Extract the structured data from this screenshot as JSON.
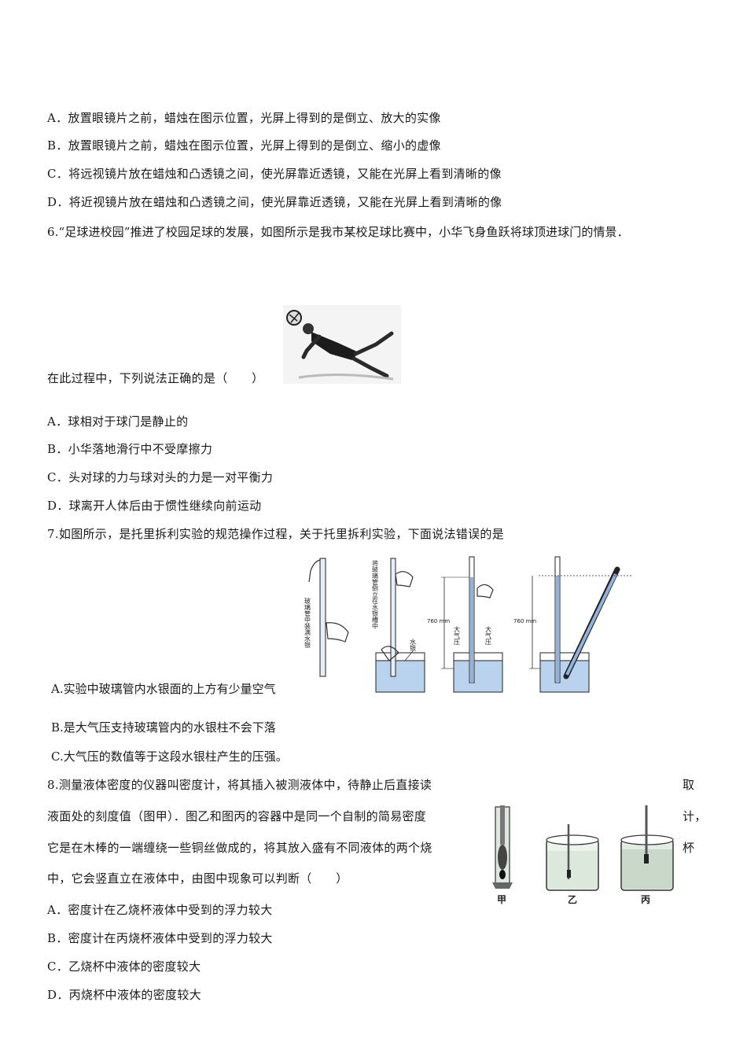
{
  "q5": {
    "options": [
      "A．放置眼镜片之前，蜡烛在图示位置，光屏上得到的是倒立、放大的实像",
      "B．放置眼镜片之前，蜡烛在图示位置，光屏上得到的是倒立、缩小的虚像",
      "C．将远视镜片放在蜡烛和凸透镜之间，使光屏靠近透镜，又能在光屏上看到清晰的像",
      "D．将近视镜片放在蜡烛和凸透镜之间，使光屏靠近透镜，又能在光屏上看到清晰的像"
    ]
  },
  "q6": {
    "stem": "6.“足球进校园”推进了校园足球的发展，如图所示是我市某校足球比赛中，小华飞身鱼跃将球顶进球门的情景．",
    "stem2": "在此过程中，下列说法正确的是（　　）",
    "options": [
      "A．球相对于球门是静止的",
      "B．小华落地滑行中不受摩擦力",
      "C．头对球的力与球对头的力是一对平衡力",
      "D．球离开人体后由于惯性继续向前运动"
    ]
  },
  "q7": {
    "stem": "7.如图所示，是托里拆利实验的规范操作过程，关于托里拆利实验，下面说法错误的是",
    "options": [
      "A.实验中玻璃管内水银面的上方有少量空气",
      "B.是大气压支持玻璃管内的水银柱不会下落",
      "C.大气压的数值等于这段水银柱产生的压强。"
    ],
    "figure": {
      "label_fill": "玻璃管中装满水银",
      "label_invert": "将玻璃管倒立在水银槽中",
      "label_mercury": "水银",
      "label_atm": "大气压",
      "label_760": "760 mm"
    }
  },
  "q8": {
    "line1": "8.测量液体密度的仪器叫密度计，将其插入被测液体中，待静止后直接读",
    "line1_end": "取",
    "line2": "液面处的刻度值（图甲）．图乙和图丙的容器中是同一个自制的简易密度",
    "line2_end": "计，",
    "line3": "它是在木棒的一端缠绕一些铜丝做成的，将其放入盛有不同液体的两个烧",
    "line3_end": "杯",
    "line4": "中，它会竖直立在液体中，由图中现象可以判断（　　）",
    "options": [
      "A．密度计在乙烧杯液体中受到的浮力较大",
      "B．密度计在丙烧杯液体中受到的浮力较大",
      "C．乙烧杯中液体的密度较大",
      "D．丙烧杯中液体的密度较大"
    ],
    "figure": {
      "label_jia": "甲",
      "label_yi": "乙",
      "label_bing": "丙"
    }
  }
}
